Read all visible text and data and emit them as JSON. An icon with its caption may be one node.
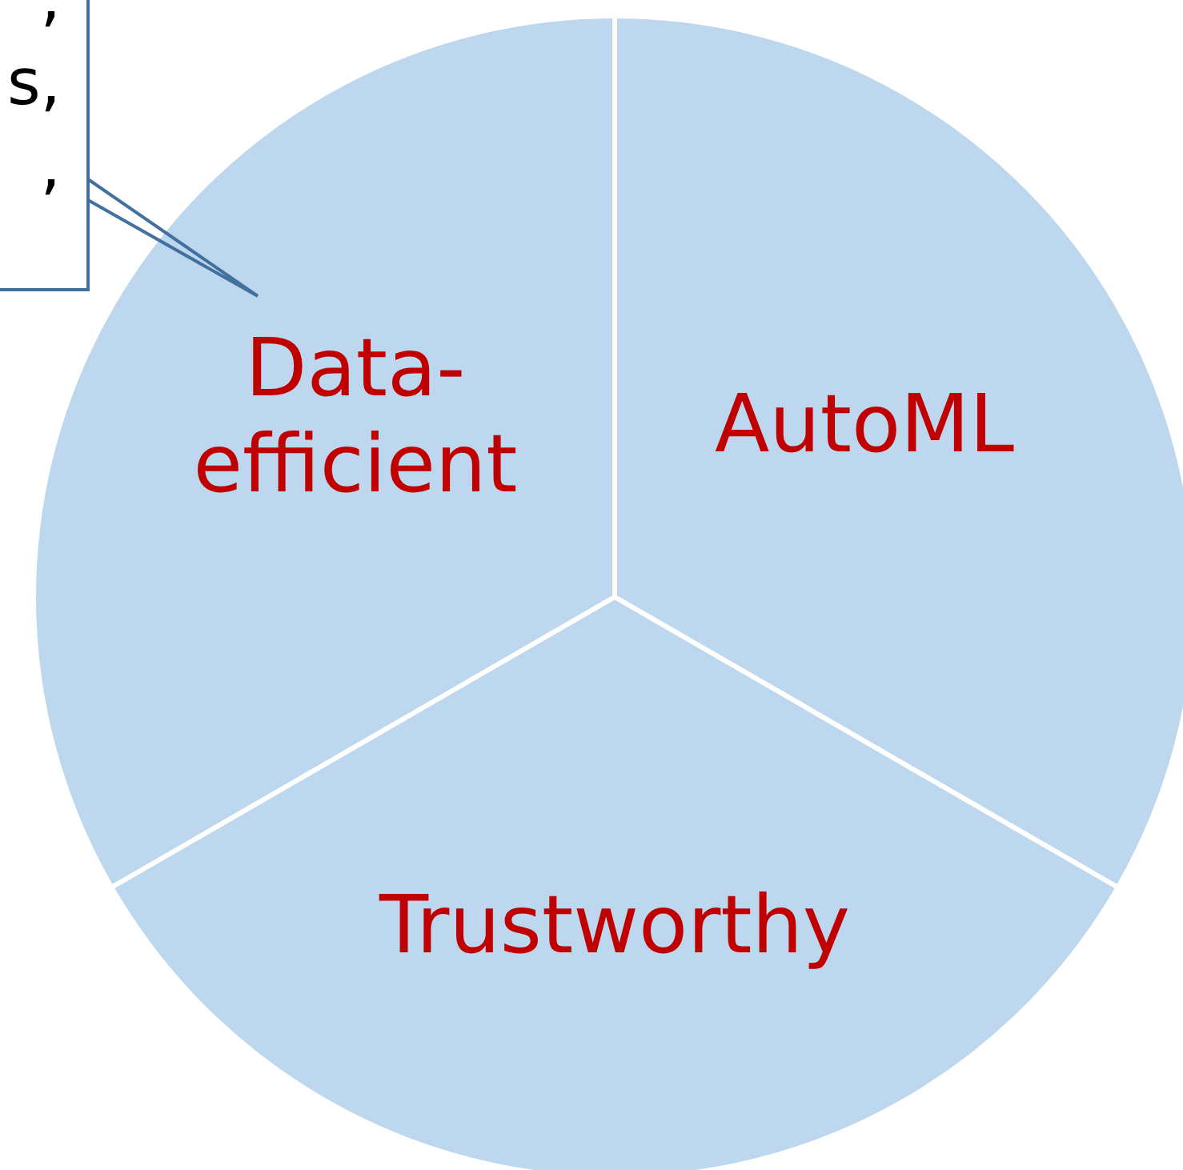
{
  "diagram": {
    "nodes": [
      {
        "text": [
          ",",
          "s,",
          ","
        ]
      },
      {
        "text": [
          "Data-efficient"
        ]
      },
      {
        "text": [
          "AutoML"
        ]
      },
      {
        "text": [
          "Trustworthy"
        ]
      }
    ],
    "edges": [
      {
        "from": 0,
        "to": 1,
        "arrow": "none"
      }
    ]
  }
}
